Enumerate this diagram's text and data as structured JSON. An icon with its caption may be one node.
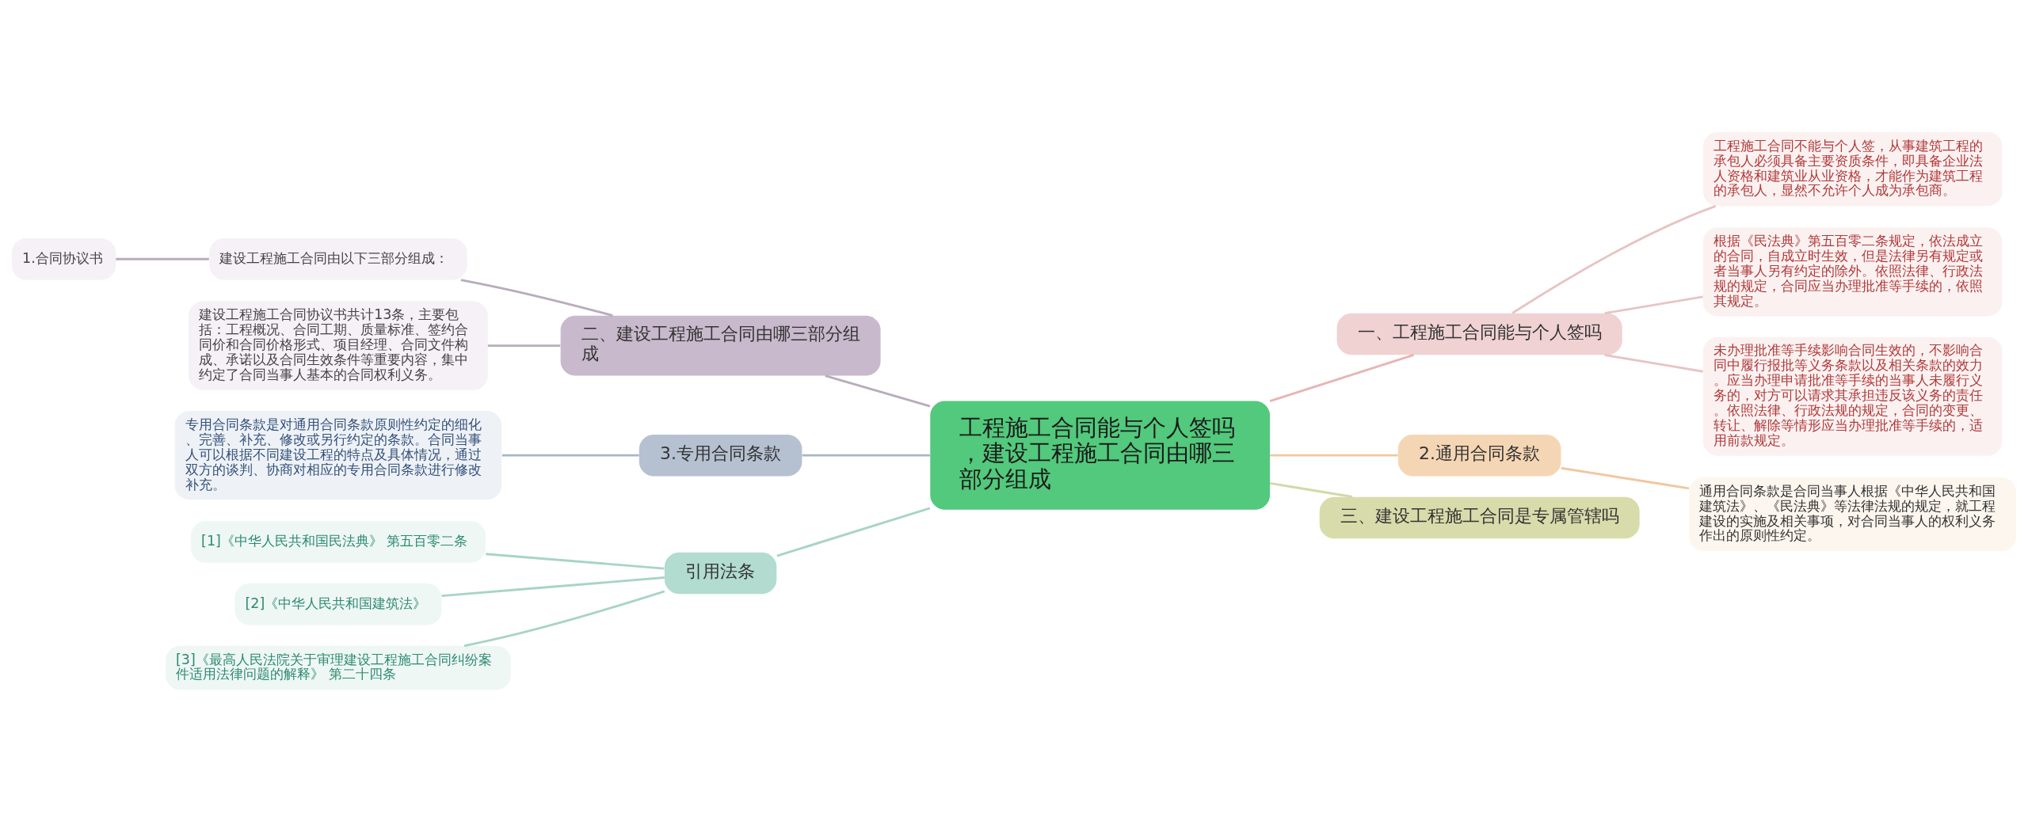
{
  "diagram": {
    "nodes": [
      {
        "text": [
          "工程施工合同能与个人签吗，建设工程施工合同由哪三部分组成"
        ]
      },
      {
        "text": [
          "一、工程施工合同能与个人签吗"
        ]
      },
      {
        "text": [
          "工程施工合同不能与个人签，从事建筑工程的承包人必须具备主要资质条件，即具备企业法人资格和建筑业从业资格，才能作为建筑工程的承包人，显然不允许个人成为承包商。"
        ]
      },
      {
        "text": [
          "根据《民法典》第五百零二条规定，依法成立的合同，自成立时生效，但是法律另有规定或者当事人另有约定的除外。依照法律、行政法规的规定，合同应当办理批准等手续的，依照其规定。"
        ]
      },
      {
        "text": [
          "未办理批准等手续影响合同生效的，不影响合同中履行报批等义务条款以及相关条款的效力。应当办理申请批准等手续的当事人未履行义务的，对方可以请求其承担违反该义务的责任。依照法律、行政法规的规定，合同的变更、转让、解除等情形应当办理批准等手续的，适用前款规定。"
        ]
      },
      {
        "text": [
          "二、建设工程施工合同由哪三部分组成"
        ]
      },
      {
        "text": [
          "建设工程施工合同由以下三部分组成："
        ]
      },
      {
        "text": [
          "1.合同协议书"
        ]
      },
      {
        "text": [
          "建设工程施工合同协议书共计13条，主要包括：工程概况、合同工期、质量标准、签约合同价和合同价格形式、项目经理、合同文件构成、承诺以及合同生效条件等重要内容，集中约定了合同当事人基本的合同权利义务。"
        ]
      },
      {
        "text": [
          "3.专用合同条款"
        ]
      },
      {
        "text": [
          "专用合同条款是对通用合同条款原则性约定的细化、完善、补充、修改或另行约定的条款。合同当事人可以根据不同建设工程的特点及具体情况，通过双方的谈判、协商对相应的专用合同条款进行修改补充。"
        ]
      },
      {
        "text": [
          "2.通用合同条款"
        ]
      },
      {
        "text": [
          "通用合同条款是合同当事人根据《中华人民共和国建筑法》、《民法典》等法律法规的规定，就工程建设的实施及相关事项，对合同当事人的权利义务作出的原则性约定。"
        ]
      },
      {
        "text": [
          "三、建设工程施工合同是专属管辖吗"
        ]
      },
      {
        "text": [
          "引用法条"
        ]
      },
      {
        "text": [
          "[1]《中华人民共和国民法典》 第五百零二条"
        ]
      },
      {
        "text": [
          "[2]《中华人民共和国建筑法》"
        ]
      },
      {
        "text": [
          "[3]《最高人民法院关于审理建设工程施工合同纠纷案件适用法律问题的解释》 第二十四条"
        ]
      }
    ],
    "edges": [
      {
        "from": 0,
        "to": 1,
        "arrow": "none",
        "color": "#e8b4b4"
      },
      {
        "from": 1,
        "to": 2,
        "arrow": "none",
        "color": "#e8c4c4"
      },
      {
        "from": 1,
        "to": 3,
        "arrow": "none",
        "color": "#e8c4c4"
      },
      {
        "from": 1,
        "to": 4,
        "arrow": "none",
        "color": "#e8c4c4"
      },
      {
        "from": 5,
        "to": 0,
        "arrow": "none",
        "color": "#b8acbc"
      },
      {
        "from": 6,
        "to": 5,
        "arrow": "none",
        "color": "#b8acbc"
      },
      {
        "from": 7,
        "to": 6,
        "arrow": "none",
        "color": "#b8acbc"
      },
      {
        "from": 8,
        "to": 5,
        "arrow": "none",
        "color": "#b8acbc"
      },
      {
        "from": 9,
        "to": 0,
        "arrow": "none",
        "color": "#a9b6c6"
      },
      {
        "from": 10,
        "to": 9,
        "arrow": "none",
        "color": "#a9b6c6"
      },
      {
        "from": 0,
        "to": 11,
        "arrow": "none",
        "color": "#f0c8a0"
      },
      {
        "from": 11,
        "to": 12,
        "arrow": "none",
        "color": "#f0c8a0"
      },
      {
        "from": 0,
        "to": 13,
        "arrow": "none",
        "color": "#d4d8a8"
      },
      {
        "from": 14,
        "to": 0,
        "arrow": "none",
        "color": "#a8d4c8"
      },
      {
        "from": 15,
        "to": 14,
        "arrow": "none",
        "color": "#a8d4c8"
      },
      {
        "from": 16,
        "to": 14,
        "arrow": "none",
        "color": "#a8d4c8"
      },
      {
        "from": 17,
        "to": 14,
        "arrow": "none",
        "color": "#a8d4c8"
      }
    ]
  }
}
